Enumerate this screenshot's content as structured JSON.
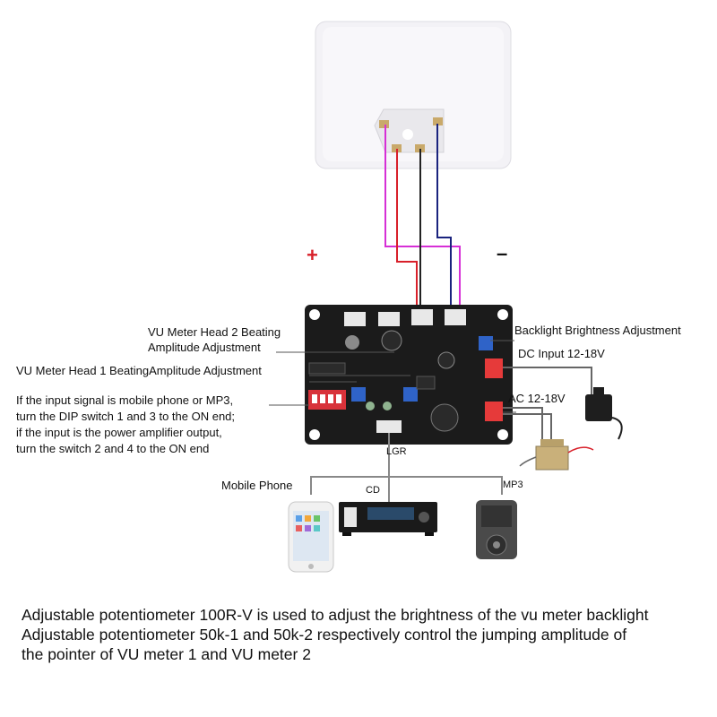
{
  "symbols": {
    "plus": "+",
    "minus": "–"
  },
  "labels": {
    "vu2_line1": "VU Meter Head 2 Beating",
    "vu2_line2": "Amplitude Adjustment",
    "vu1": "VU Meter Head 1 BeatingAmplitude Adjustment",
    "dip_lines": [
      "If the input signal is mobile phone or MP3,",
      "turn the DIP switch 1 and 3 to the ON end;",
      "if the input is the power amplifier output,",
      "turn the switch 2 and 4 to the ON end"
    ],
    "backlight": "Backlight Brightness Adjustment",
    "dc_input": "DC Input 12-18V",
    "ac_input": "AC 12-18V",
    "lgr": "LGR",
    "mobile_phone": "Mobile Phone",
    "cd": "CD",
    "mp3": "MP3"
  },
  "caption": [
    "Adjustable potentiometer 100R-V is used to adjust the brightness of the vu meter backlight",
    "Adjustable potentiometer 50k-1 and 50k-2 respectively control the jumping amplitude of",
    "the pointer of VU meter 1 and VU meter 2"
  ],
  "colors": {
    "wire_red": "#d8202a",
    "wire_magenta": "#d62fd6",
    "wire_black": "#222222",
    "wire_blue": "#1a237e",
    "board": "#1b1b1b",
    "connector_red": "#e63a3a",
    "pot_blue": "#2f63c8"
  }
}
